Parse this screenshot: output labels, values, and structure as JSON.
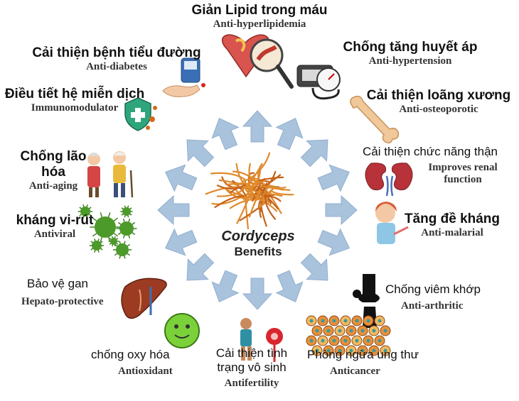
{
  "center": {
    "title": "Cordyceps",
    "subtitle": "Benefits"
  },
  "benefits": {
    "lipid": {
      "vi": "Giản Lipid trong máu",
      "en": "Anti-hyperlipidemia"
    },
    "diabetes": {
      "vi": "Cải thiện bệnh tiểu đường",
      "en": "Anti-diabetes"
    },
    "hypertension": {
      "vi": "Chống tăng huyết áp",
      "en": "Anti-hypertension"
    },
    "immuno": {
      "vi": "Điều tiết hệ miễn dịch",
      "en": "Immunomodulator"
    },
    "osteo": {
      "vi": "Cải thiện loãng xương",
      "en": "Anti-osteoporotic"
    },
    "aging": {
      "vi": "Chống lão hóa",
      "en": "Anti-aging"
    },
    "renal": {
      "vi": "Cải thiện chức năng thận",
      "en1": "Improves renal",
      "en2": "function"
    },
    "antiviral": {
      "vi": "kháng vi-rút",
      "en": "Antiviral"
    },
    "malarial": {
      "vi": "Tăng đề kháng",
      "en": "Anti-malarial"
    },
    "hepato": {
      "vi": "Bảo vệ gan",
      "en": "Hepato-protective"
    },
    "arthritic": {
      "vi": "Chống viêm khớp",
      "en": "Anti-arthritic"
    },
    "antioxidant": {
      "vi": "chống oxy hóa",
      "en": "Antioxidant"
    },
    "fertility": {
      "vi1": "Cải thiện tình",
      "vi2": "trạng vô sinh",
      "en": "Antifertility"
    },
    "cancer": {
      "vi": "Phòng ngừa ung thư",
      "en": "Anticancer"
    }
  },
  "colors": {
    "arrow": "#a9c3dd",
    "arrow_stroke": "#90aece",
    "fungus": "#d9781f",
    "virus": "#4c9a2a",
    "kidney": "#b8323a",
    "liver": "#9c3b22"
  }
}
